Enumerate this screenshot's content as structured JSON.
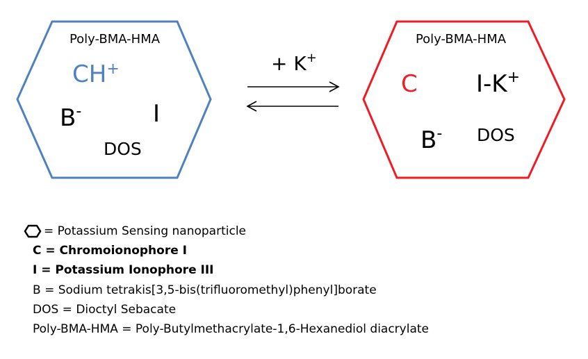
{
  "colors": {
    "left_hex": "#4f81bd",
    "right_hex": "#ee1c24",
    "text": "#000000"
  },
  "left_particle": {
    "polymer_label": "Poly-BMA-HMA",
    "chromoionophore": "CH",
    "chromoionophore_charge": "+",
    "borate": "B",
    "borate_charge": "-",
    "ionophore": "I",
    "plasticizer": "DOS"
  },
  "reaction": {
    "reagent": "+ K",
    "reagent_charge": "+"
  },
  "right_particle": {
    "polymer_label": "Poly-BMA-HMA",
    "chromoionophore": "C",
    "complex": "I-K",
    "complex_charge": "+",
    "borate": "B",
    "borate_charge": "-",
    "plasticizer": "DOS"
  },
  "legend": {
    "icon": "hexagon-icon",
    "items": [
      {
        "text": "= Potassium Sensing nanoparticle"
      },
      {
        "text": "C = Chromoionophore I"
      },
      {
        "text": "I = Potassium Ionophore III"
      },
      {
        "text": "B = Sodium tetrakis[3,5-bis(trifluoromethyl)phenyl]borate"
      },
      {
        "text": "DOS = Dioctyl Sebacate"
      },
      {
        "text": "Poly-BMA-HMA = Poly-Butylmethacrylate-1,6-Hexanediol diacrylate"
      }
    ]
  }
}
